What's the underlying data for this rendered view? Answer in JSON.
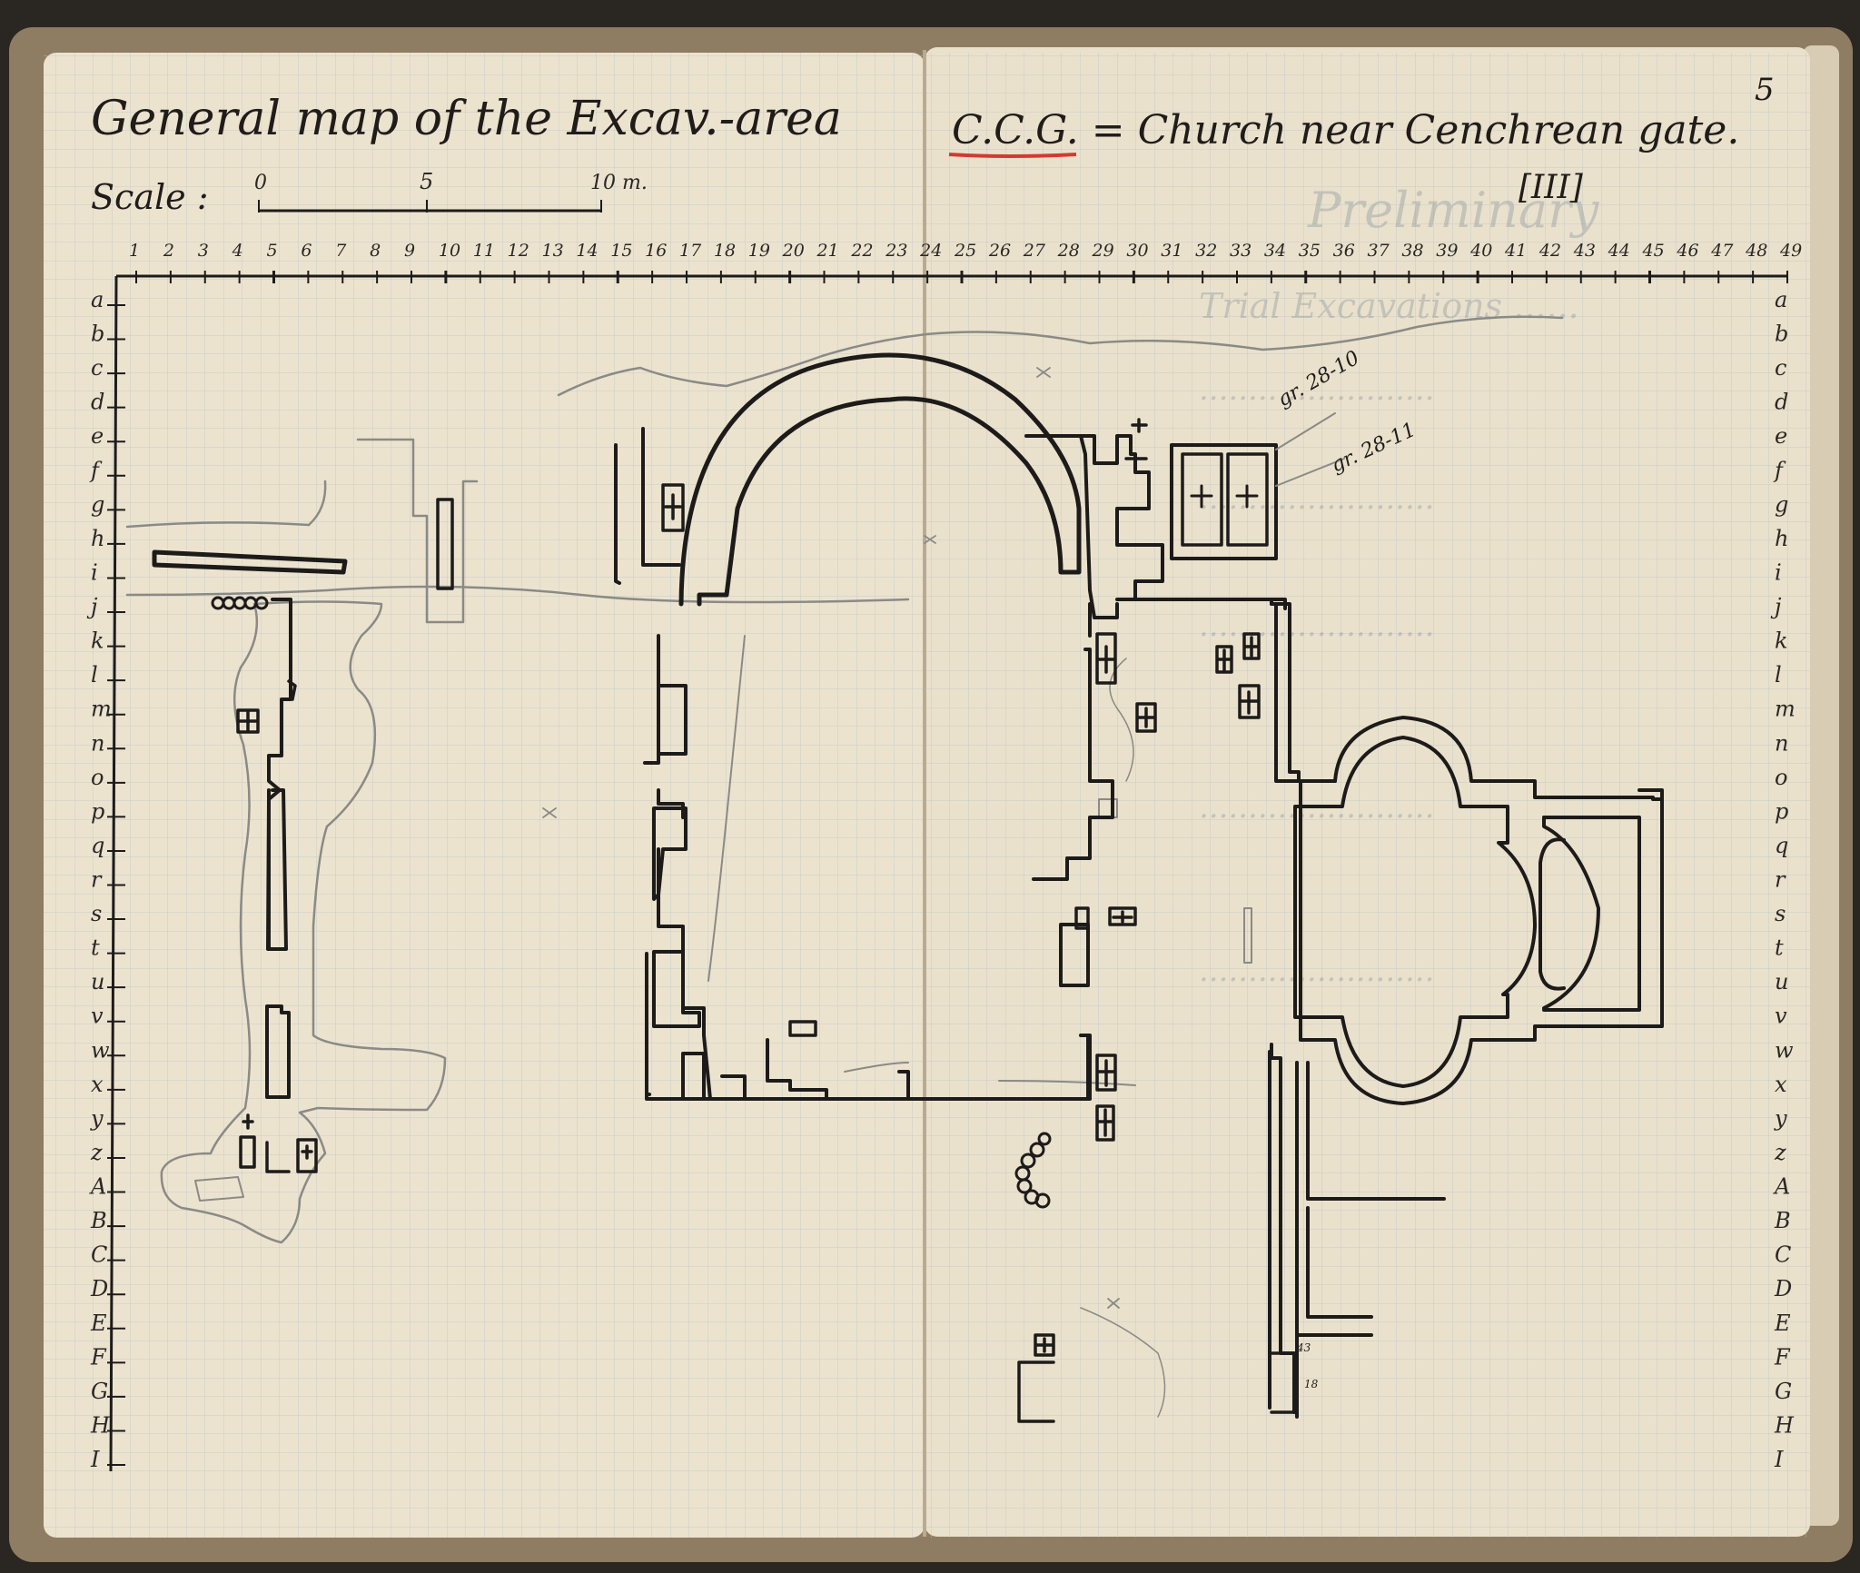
{
  "left_page": {
    "title": "General map of the Excav.-area",
    "scale_label": "Scale :",
    "scale_ticks": [
      "0",
      "5",
      "10 m."
    ]
  },
  "right_page": {
    "title": "C.C.G. = Church near Cenchrean gate.",
    "section_mark": "[III]",
    "page_number": "5"
  },
  "grid": {
    "columns": [
      "1",
      "2",
      "3",
      "4",
      "5",
      "6",
      "7",
      "8",
      "9",
      "10",
      "11",
      "12",
      "13",
      "14",
      "15",
      "16",
      "17",
      "18",
      "19",
      "20",
      "21",
      "22",
      "23",
      "24",
      "25",
      "26",
      "27",
      "28",
      "29",
      "30",
      "31",
      "32",
      "33",
      "34",
      "35",
      "36",
      "37",
      "38",
      "39",
      "40",
      "41",
      "42",
      "43",
      "44",
      "45",
      "46",
      "47",
      "48",
      "49"
    ],
    "rows": [
      "a",
      "b",
      "c",
      "d",
      "e",
      "f",
      "g",
      "h",
      "i",
      "j",
      "k",
      "l",
      "m",
      "n",
      "o",
      "p",
      "q",
      "r",
      "s",
      "t",
      "u",
      "v",
      "w",
      "x",
      "y",
      "z",
      "A",
      "B",
      "C",
      "D",
      "E",
      "F",
      "G",
      "H",
      "I"
    ]
  },
  "plan_labels": {
    "grave_1": "gr. 28-10",
    "grave_2": "gr. 28-11",
    "note_1": "43",
    "note_2": "18"
  },
  "colors": {
    "paper": "#ece3cf",
    "ink": "#1d1b1a",
    "pencil": "#8a8a86",
    "underline": "#d23a30",
    "grid": "#b9c4c9"
  }
}
